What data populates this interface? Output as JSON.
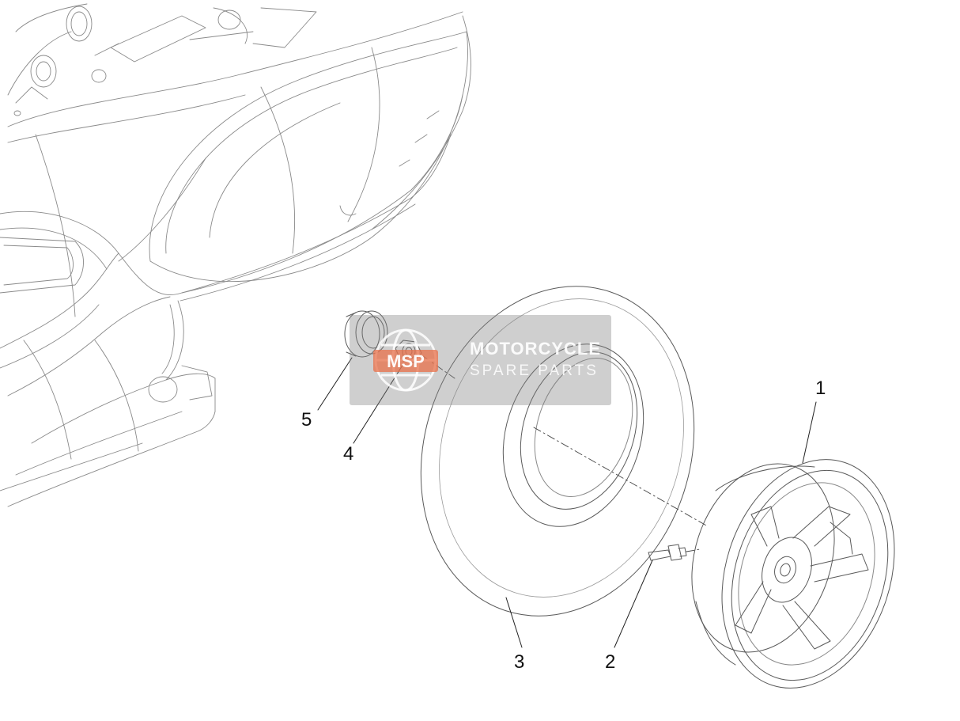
{
  "diagram": {
    "callouts": [
      {
        "id": "1",
        "label": "1"
      },
      {
        "id": "2",
        "label": "2"
      },
      {
        "id": "3",
        "label": "3"
      },
      {
        "id": "4",
        "label": "4"
      },
      {
        "id": "5",
        "label": "5"
      }
    ],
    "line_color": "#6a6a6a",
    "leader_color": "#222222"
  },
  "watermark": {
    "logo_text": "MSP",
    "line1": "MOTORCYCLE",
    "line2": "SPARE PARTS",
    "badge_color": "#e8704a"
  }
}
